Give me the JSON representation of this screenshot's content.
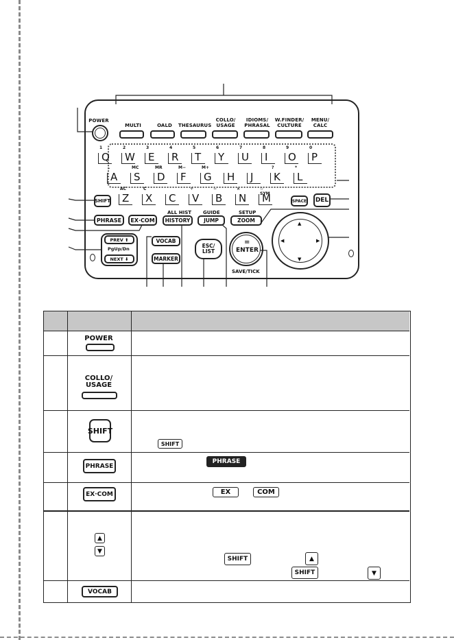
{
  "power": "POWER",
  "function_keys": [
    {
      "id": "multi",
      "label": "MULTI"
    },
    {
      "id": "oald",
      "label": "OALD"
    },
    {
      "id": "thesaurus",
      "label": "THESAURUS"
    },
    {
      "id": "collo-usage",
      "label": "COLLO/\nUSAGE"
    },
    {
      "id": "idioms-phrasal",
      "label": "IDIOMS/\nPHRASAL"
    },
    {
      "id": "wfinder-culture",
      "label": "W.FINDER/\nCULTURE"
    },
    {
      "id": "menu-calc",
      "label": "MENU/\nCALC"
    }
  ],
  "keys_row1": [
    {
      "k": "Q",
      "s": "1"
    },
    {
      "k": "W",
      "s": "2"
    },
    {
      "k": "E",
      "s": "3"
    },
    {
      "k": "R",
      "s": "4"
    },
    {
      "k": "T",
      "s": "5"
    },
    {
      "k": "Y",
      "s": "6"
    },
    {
      "k": "U",
      "s": "7"
    },
    {
      "k": "I",
      "s": "8"
    },
    {
      "k": "O",
      "s": "9"
    },
    {
      "k": "P",
      "s": "0"
    }
  ],
  "keys_row2": [
    {
      "k": "A",
      "s": "."
    },
    {
      "k": "S",
      "s": "MC"
    },
    {
      "k": "D",
      "s": "MR"
    },
    {
      "k": "F",
      "s": "M−"
    },
    {
      "k": "G",
      "s": "M+"
    },
    {
      "k": "H",
      "s": ""
    },
    {
      "k": "J",
      "s": ""
    },
    {
      "k": "K",
      "s": "?"
    },
    {
      "k": "L",
      "s": "*"
    }
  ],
  "keys_row3": [
    {
      "k": "Z",
      "s": "AC"
    },
    {
      "k": "X",
      "s": "C"
    },
    {
      "k": "C",
      "s": ""
    },
    {
      "k": "V",
      "s": "÷"
    },
    {
      "k": "B",
      "s": "−"
    },
    {
      "k": "N",
      "s": "×"
    },
    {
      "k": "M",
      "s": "☆ SYM"
    }
  ],
  "keys": {
    "shift": "SHIFT",
    "space": "SPACE",
    "del": "DEL",
    "phrase": "PHRASE",
    "excom": "EX·COM",
    "all_hist": "ALL HIST",
    "history": "HISTORY",
    "guide": "GUIDE",
    "jump": "JUMP",
    "setup": "SETUP",
    "zoom": "ZOOM",
    "prev": "PREV ⬆",
    "pgupdn": "PgUp/Dn",
    "next": "NEXT ⬇",
    "vocab": "VOCAB",
    "marker": "MARKER",
    "esc_list": "ESC/\nLIST",
    "enter_eq": "=",
    "enter": "ENTER",
    "save_tick": "SAVE/TICK"
  },
  "table": {
    "rows": [
      {
        "key": "POWER"
      },
      {
        "key": "COLLO/\nUSAGE"
      },
      {
        "key": "SHIFT",
        "inline": [
          "SHIFT"
        ]
      },
      {
        "key": "PHRASE",
        "inline": [
          "PHRASE"
        ]
      },
      {
        "key": "EX·COM",
        "inline": [
          "EX",
          "COM"
        ]
      },
      {
        "key": "▲▼",
        "inline": [
          "SHIFT",
          "SHIFT"
        ]
      },
      {
        "key": "VOCAB"
      }
    ]
  }
}
